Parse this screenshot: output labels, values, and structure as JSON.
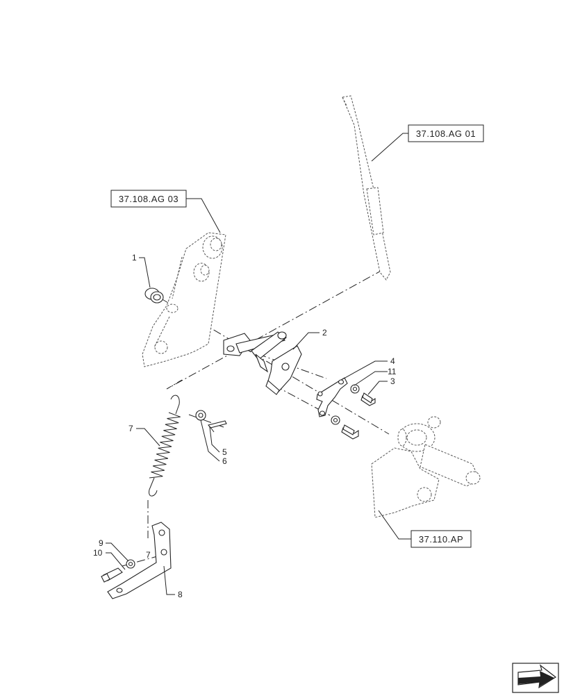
{
  "references": {
    "ag01": "37.108.AG 01",
    "ag03": "37.108.AG 03",
    "ap": "37.110.AP"
  },
  "callouts": {
    "c1": "1",
    "c2": "2",
    "c3": "3",
    "c4": "4",
    "c5": "5",
    "c6": "6",
    "c7": "7",
    "c8": "8",
    "c9": "9",
    "c10": "10",
    "c11": "11",
    "c7small": "7"
  },
  "nav": {
    "icon": "next-page-arrow-icon"
  }
}
